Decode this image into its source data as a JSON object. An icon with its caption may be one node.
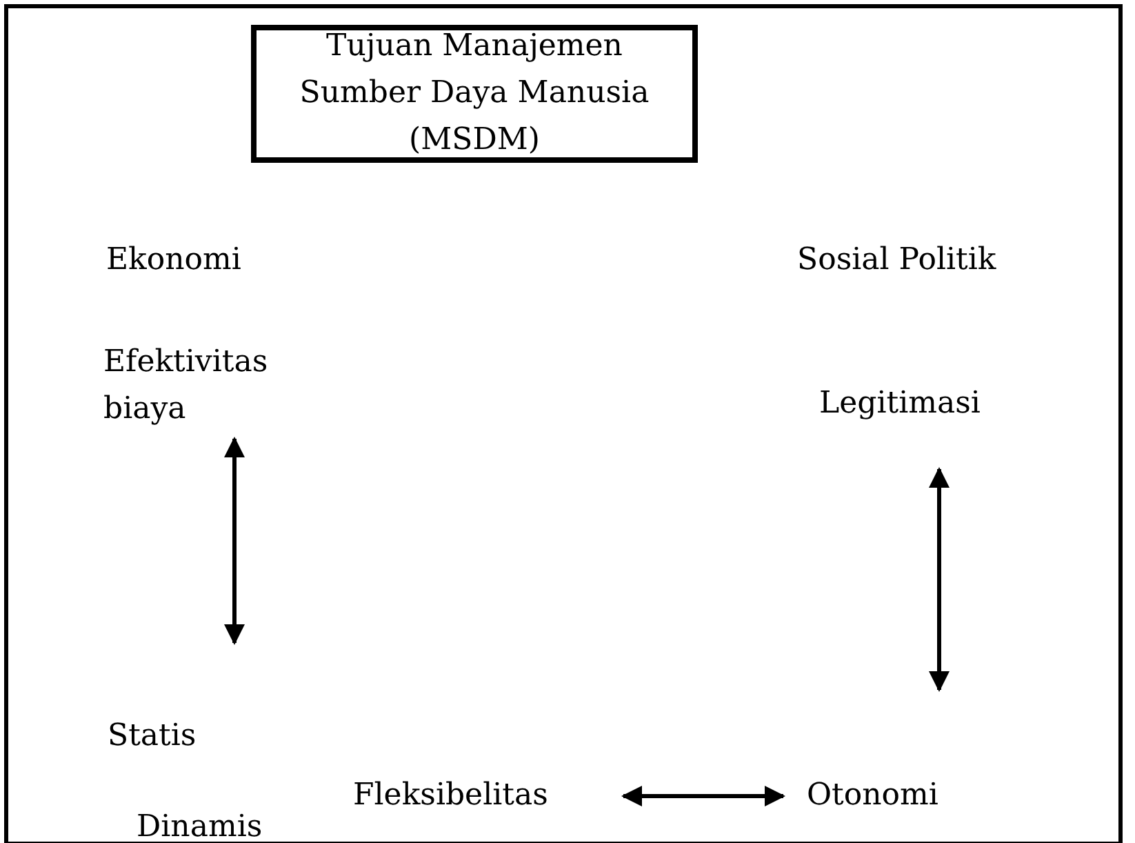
{
  "diagram": {
    "nodes": [
      {
        "text": [
          "Tujuan Manajemen Sumber Daya Manusia (MSDM)"
        ]
      },
      {
        "text": [
          "Efektivitas biaya"
        ]
      },
      {
        "text": [
          "Legitimasi"
        ]
      },
      {
        "text": [
          "Statis"
        ]
      },
      {
        "text": [
          "Fleksibelitas"
        ]
      },
      {
        "text": [
          "Otonomi"
        ]
      }
    ],
    "edges": [
      {
        "from": 1,
        "to": 3,
        "arrow": "both"
      },
      {
        "from": 2,
        "to": 5,
        "arrow": "both"
      },
      {
        "from": 4,
        "to": 5,
        "arrow": "both"
      }
    ],
    "labels": [
      "Ekonomi",
      "Sosial Politik",
      "Dinamis"
    ]
  }
}
